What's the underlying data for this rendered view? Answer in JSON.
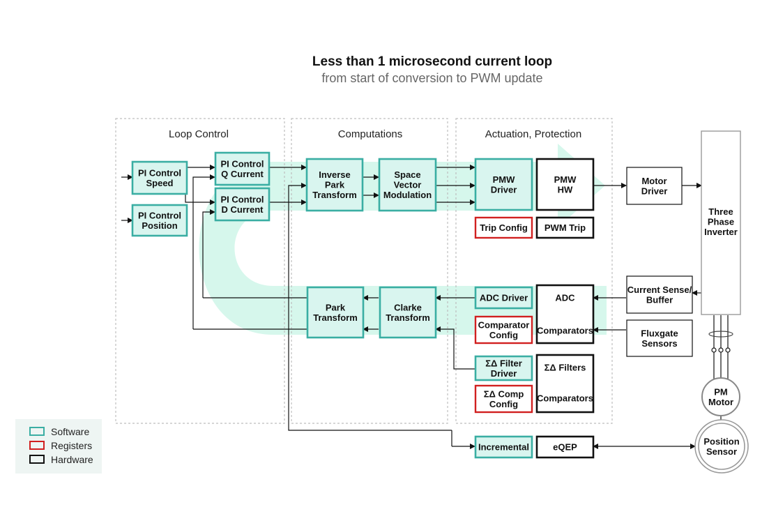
{
  "header": {
    "title": "Less than 1 microsecond current loop",
    "subtitle": "from start of conversion to PWM update"
  },
  "colors": {
    "software": "#3aaea3",
    "software_fill": "#d9f5ef",
    "registers": "#d12020",
    "hardware": "#111111",
    "flow_arrow": "#d6f7ec",
    "section_border": "#bdbdbd"
  },
  "sections": {
    "loop_control": "Loop Control",
    "computations": "Computations",
    "actuation": "Actuation, Protection"
  },
  "blocks": {
    "pi_speed": [
      "PI Control",
      "Speed"
    ],
    "pi_position": [
      "PI Control",
      "Position"
    ],
    "pi_q": [
      "PI Control",
      "Q Current"
    ],
    "pi_d": [
      "PI Control",
      "D Current"
    ],
    "inverse_park": [
      "Inverse",
      "Park",
      "Transform"
    ],
    "svm": [
      "Space",
      "Vector",
      "Modulation"
    ],
    "pmw_driver": [
      "PMW",
      "Driver"
    ],
    "pmw_hw": [
      "PMW",
      "HW"
    ],
    "trip_config": [
      "Trip Config"
    ],
    "pwm_trip": [
      "PWM Trip"
    ],
    "motor_driver": [
      "Motor",
      "Driver"
    ],
    "three_phase_inverter": [
      "Three",
      "Phase",
      "Inverter"
    ],
    "park_transform": [
      "Park",
      "Transform"
    ],
    "clarke_transform": [
      "Clarke",
      "Transform"
    ],
    "adc_driver": [
      "ADC Driver"
    ],
    "comparator_config": [
      "Comparator",
      "Config"
    ],
    "adc": [
      "ADC"
    ],
    "comparators": [
      "Comparators"
    ],
    "current_sense": [
      "Current Sense/",
      "Buffer"
    ],
    "fluxgate": [
      "Fluxgate",
      "Sensors"
    ],
    "sd_filter_driver": [
      "ΣΔ Filter",
      "Driver"
    ],
    "sd_comp_config": [
      "ΣΔ Comp",
      "Config"
    ],
    "sd_filters": [
      "ΣΔ Filters"
    ],
    "sd_comparators": [
      "Comparators"
    ],
    "pm_motor": [
      "PM",
      "Motor"
    ],
    "position_sensor": [
      "Position",
      "Sensor"
    ],
    "incremental": [
      "Incremental"
    ],
    "eqep": [
      "eQEP"
    ]
  },
  "legend": {
    "software": "Software",
    "registers": "Registers",
    "hardware": "Hardware"
  }
}
